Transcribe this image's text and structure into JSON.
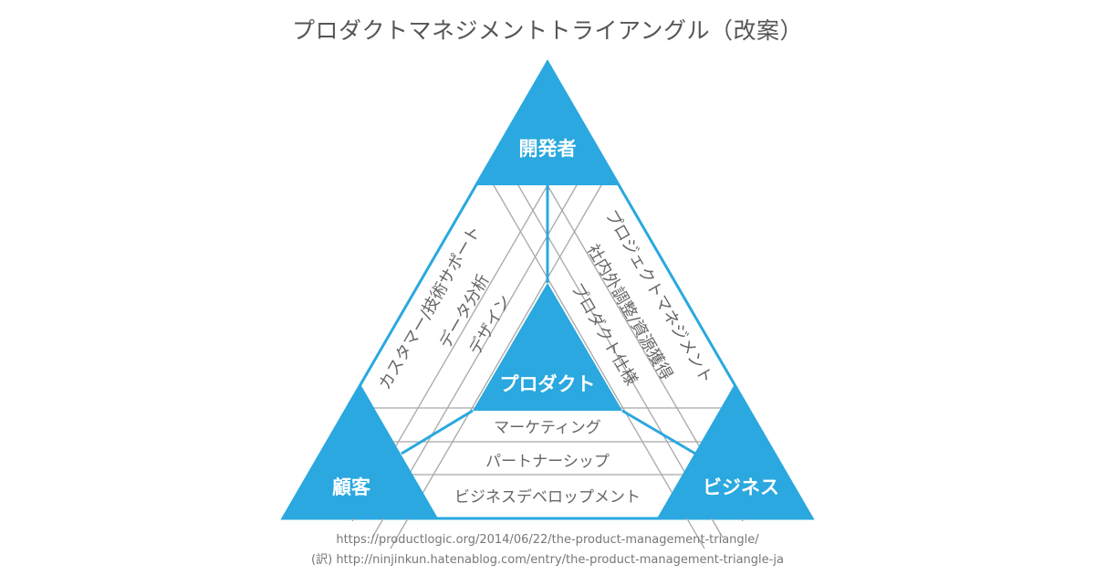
{
  "title": "プロダクトマネジメントトライアングル（改案）",
  "colors": {
    "accent": "#2AA8DF",
    "line": "#A8A8A8",
    "text": "#666666",
    "node_text": "#ffffff"
  },
  "nodes": {
    "top": "開発者",
    "center": "プロダクト",
    "left": "顧客",
    "right": "ビジネス"
  },
  "left_bands": [
    "カスタマー/技術サポート",
    "データ分析",
    "デザイン"
  ],
  "right_bands": [
    "プロジェクトマネジメント",
    "社内外調整/資源獲得",
    "プロダクト仕様"
  ],
  "bottom_bands": [
    "マーケティング",
    "パートナーシップ",
    "ビジネスデベロップメント"
  ],
  "sources": [
    "https://productlogic.org/2014/06/22/the-product-management-triangle/",
    "(訳) http://ninjinkun.hatenablog.com/entry/the-product-management-triangle-ja"
  ]
}
